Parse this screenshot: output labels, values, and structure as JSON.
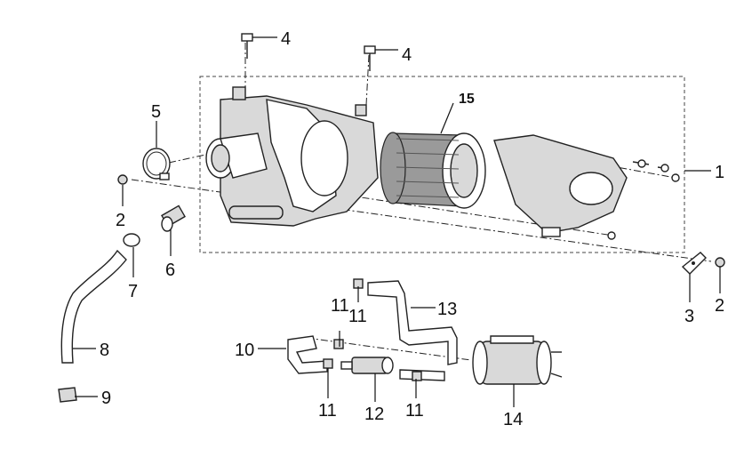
{
  "colors": {
    "line": "#222222",
    "fill": "#ffffff",
    "shade": "#d9d9d9"
  },
  "callouts": [
    {
      "id": "c1",
      "label": "1"
    },
    {
      "id": "c2a",
      "label": "2"
    },
    {
      "id": "c2b",
      "label": "2"
    },
    {
      "id": "c3",
      "label": "3"
    },
    {
      "id": "c4a",
      "label": "4"
    },
    {
      "id": "c4b",
      "label": "4"
    },
    {
      "id": "c5",
      "label": "5"
    },
    {
      "id": "c6",
      "label": "6"
    },
    {
      "id": "c7",
      "label": "7"
    },
    {
      "id": "c8",
      "label": "8"
    },
    {
      "id": "c9",
      "label": "9"
    },
    {
      "id": "c10",
      "label": "10"
    },
    {
      "id": "c11a",
      "label": "11"
    },
    {
      "id": "c11b",
      "label": "11"
    },
    {
      "id": "c11c",
      "label": "11"
    },
    {
      "id": "c11d",
      "label": "11"
    },
    {
      "id": "c12",
      "label": "12"
    },
    {
      "id": "c13",
      "label": "13"
    },
    {
      "id": "c14",
      "label": "14"
    },
    {
      "id": "c15",
      "label": "15"
    }
  ]
}
